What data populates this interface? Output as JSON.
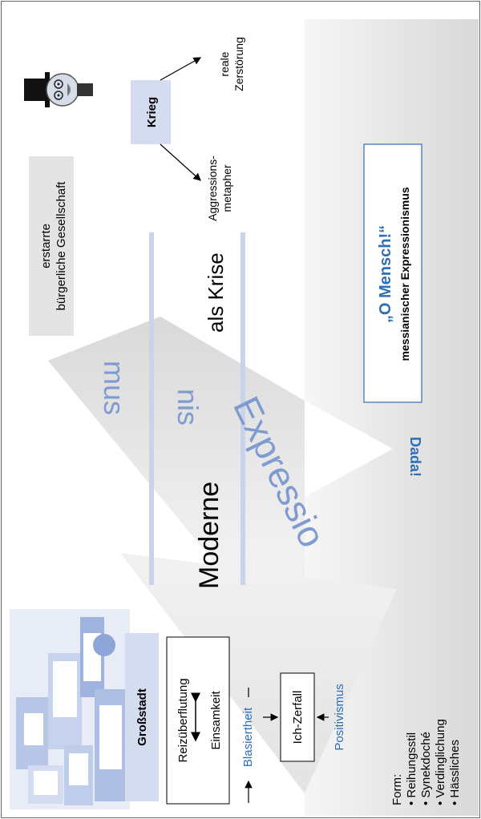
{
  "texts": {
    "grossstadt": "Großstadt",
    "reizueberflutung": "Reizüberflutung",
    "einsamkeit": "Einsamkeit",
    "blasiertheit": "Blasiertheit",
    "ich_zerfall": "Ich-Zerfall",
    "positivismus": "Positivismus",
    "form_label": "Form:",
    "form_items": [
      "• Reihungsstil",
      "• Synekdoché",
      "• Verdinglichung",
      "• Hässliches"
    ],
    "moderne": "Moderne",
    "als_krise": "als Krise",
    "expressionismus_1": "Expressio",
    "expressionismus_2": "nis",
    "expressionismus_3": "mus",
    "buergerliche_1": "erstarrte",
    "buergerliche_2": "bürgerliche Gesellschaft",
    "krieg": "Krieg",
    "aggressions_1": "Aggressions-",
    "aggressions_2": "metapher",
    "reale_1": "reale",
    "reale_2": "Zerstörung",
    "o_mensch": "„O Mensch!“",
    "messianisch": "messianischer Expressionismus",
    "dada": "Dada!"
  },
  "colors": {
    "blue_text": "#2f6fb5",
    "light_blue_box": "#d4dcef",
    "grey_box": "#e4e4e4",
    "expr_text": "#7f9bd0",
    "arrow_fill": "#e6e6e6",
    "line_blue": "#c9d3ea"
  },
  "icons": {
    "city": "city-buildings-icon",
    "face": "man-with-top-hat-icon"
  }
}
